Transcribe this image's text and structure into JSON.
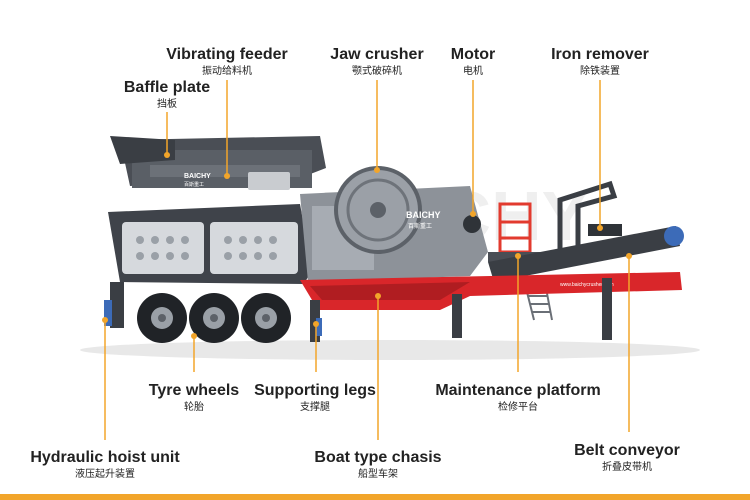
{
  "labels": [
    {
      "id": "vibrating-feeder",
      "en": "Vibrating feeder",
      "zh": "振动给料机"
    },
    {
      "id": "jaw-crusher",
      "en": "Jaw crusher",
      "zh": "颚式破碎机"
    },
    {
      "id": "motor",
      "en": "Motor",
      "zh": "电机"
    },
    {
      "id": "iron-remover",
      "en": "Iron remover",
      "zh": "除铁装置"
    },
    {
      "id": "baffle-plate",
      "en": "Baffle plate",
      "zh": "挡板"
    },
    {
      "id": "tyre-wheels",
      "en": "Tyre wheels",
      "zh": "轮胎"
    },
    {
      "id": "supporting-legs",
      "en": "Supporting legs",
      "zh": "支撑腿"
    },
    {
      "id": "maintenance-platform",
      "en": "Maintenance platform",
      "zh": "检修平台"
    },
    {
      "id": "hydraulic-hoist-unit",
      "en": "Hydraulic hoist unit",
      "zh": "液压起升装置"
    },
    {
      "id": "boat-type-chasis",
      "en": "Boat type chasis",
      "zh": "船型车架"
    },
    {
      "id": "belt-conveyor",
      "en": "Belt conveyor",
      "zh": "折叠皮带机"
    }
  ],
  "machine": {
    "brand": "BAICHY",
    "brand_cn": "百斯重工",
    "website": "www.baichycrusher.com"
  },
  "colors": {
    "leader": "#f2a52a",
    "chassis_red": "#d9262a",
    "body_dark": "#3e4248",
    "body_light": "#8d9299",
    "panel": "#d6d9dd"
  }
}
